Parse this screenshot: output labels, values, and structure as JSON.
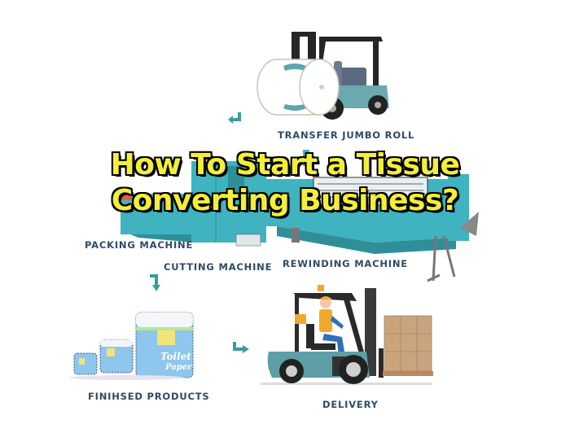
{
  "title": {
    "line1": "How To Start a Tissue",
    "line2": "Converting Business?",
    "color": "#f4ee3a"
  },
  "steps": [
    {
      "id": "transfer",
      "label": "TRANSFER JUMBO ROLL",
      "icon": "forklift-with-jumbo-roll-icon"
    },
    {
      "id": "rewinding",
      "label": "REWINDING MACHINE",
      "icon": "tissue-converting-line-icon"
    },
    {
      "id": "cutting",
      "label": "CUTTING MACHINE",
      "icon": "tissue-converting-line-icon"
    },
    {
      "id": "packing",
      "label": "PACKING MACHINE",
      "icon": "tissue-converting-line-icon"
    },
    {
      "id": "products",
      "label": "FINIHSED PRODUCTS",
      "icon": "toilet-paper-packs-icon"
    },
    {
      "id": "delivery",
      "label": "DELIVERY",
      "icon": "forklift-with-pallet-icon"
    }
  ],
  "product_pack_text": "Toilet Paper",
  "colors": {
    "label_text": "#2f4a68",
    "machine_teal": "#3fb3bf",
    "arrow_teal": "#3a9e98",
    "forklift_teal": "#5e9ea6",
    "box_brown": "#c9a47d"
  }
}
